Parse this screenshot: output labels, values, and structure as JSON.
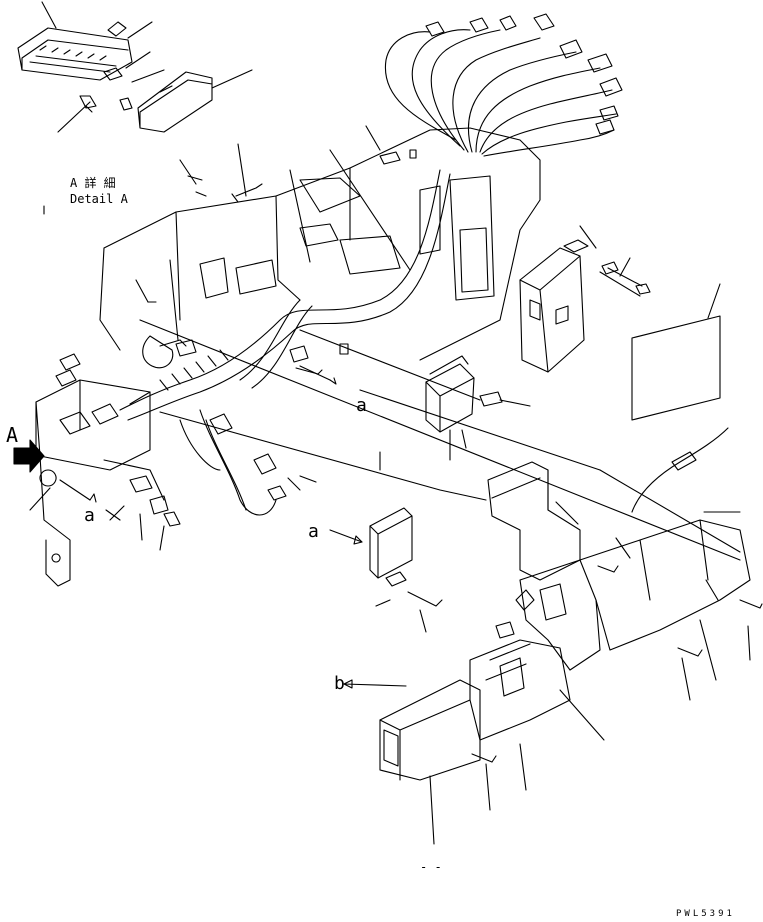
{
  "detail": {
    "title_jp": "A 詳 細",
    "title_en": "Detail A"
  },
  "view_arrow": "A",
  "refs": [
    "a",
    "a",
    "a",
    "b"
  ],
  "bottom_mark": "- -",
  "drawing_number": "PWL5391",
  "colors": {
    "line": "#000000",
    "paper": "#ffffff"
  }
}
